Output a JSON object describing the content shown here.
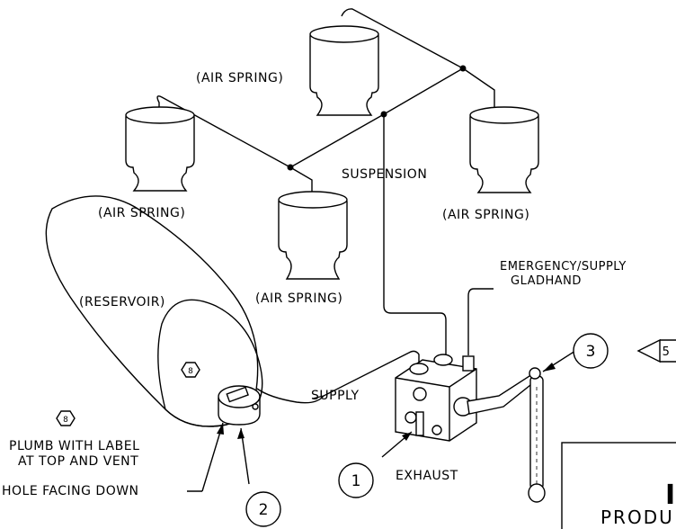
{
  "labels": {
    "air_spring_top": "(AIR SPRING)",
    "air_spring_left": "(AIR SPRING)",
    "air_spring_right": "(AIR SPRING)",
    "air_spring_center": "(AIR SPRING)",
    "suspension": "SUSPENSION",
    "reservoir": "(RESERVOIR)",
    "supply": "SUPPLY",
    "exhaust": "EXHAUST",
    "gladhand_line1": "EMERGENCY/SUPPLY",
    "gladhand_line2": "GLADHAND",
    "note_line1": "PLUMB WITH LABEL",
    "note_line2": "AT TOP AND VENT",
    "note_line3": "HOLE FACING DOWN"
  },
  "callouts": {
    "item1": "1",
    "item2": "2",
    "item3": "3",
    "note_flag": "5",
    "hex_note_a": "8",
    "hex_note_b": "8"
  },
  "title_block": {
    "big_letter": "I",
    "product_text": "PRODU"
  }
}
